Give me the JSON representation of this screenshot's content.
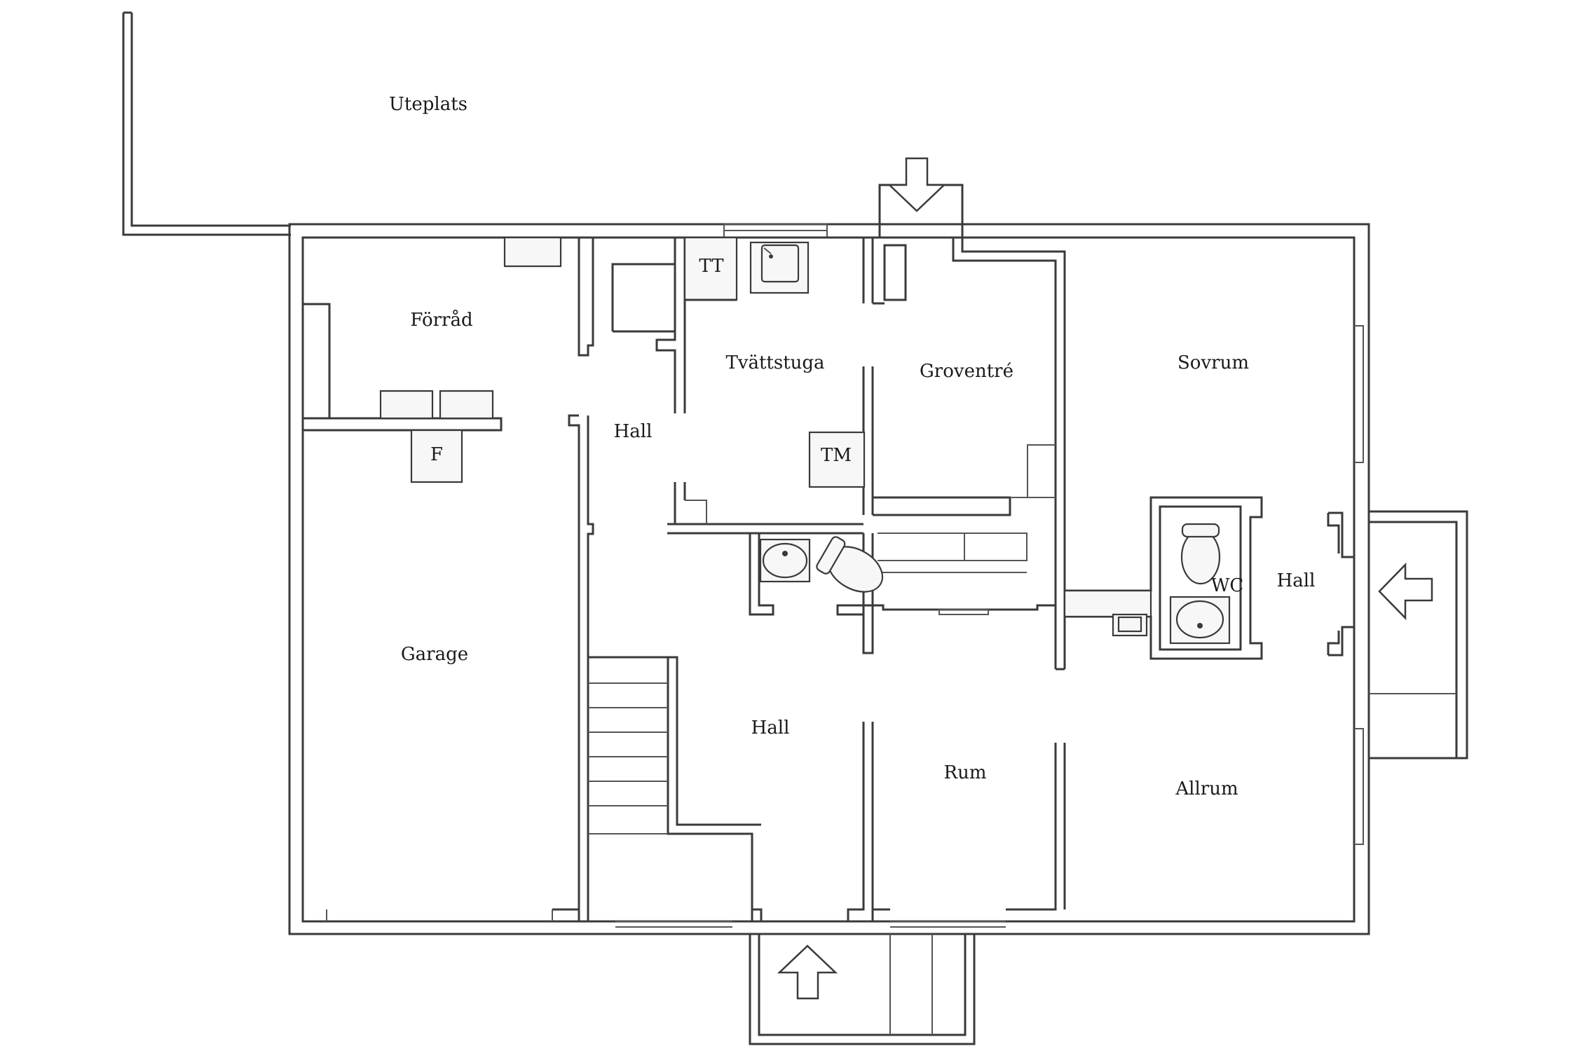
{
  "floorplan": {
    "rooms": {
      "uteplats": "Uteplats",
      "forrad": "Förråd",
      "f": "F",
      "garage": "Garage",
      "hall_upper": "Hall",
      "tt": "TT",
      "tvattstuga": "Tvättstuga",
      "tm": "TM",
      "groventre": "Groventré",
      "sovrum": "Sovrum",
      "wc": "WC",
      "hall_right": "Hall",
      "hall_lower": "Hall",
      "rum": "Rum",
      "allrum": "Allrum"
    },
    "colors": {
      "wall": "#3a3a3a",
      "background": "#ffffff",
      "text": "#1a1a1a"
    },
    "icons": [
      "entrance-arrow-icon",
      "sink-icon",
      "toilet-icon",
      "washbasin-icon"
    ]
  }
}
